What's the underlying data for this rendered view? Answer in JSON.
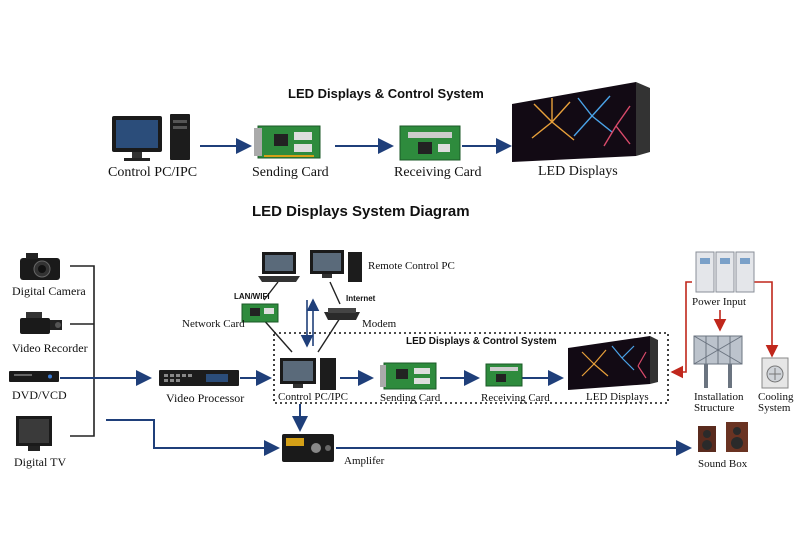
{
  "top": {
    "title": "LED Displays & Control System",
    "nodes": {
      "pc": "Control PC/IPC",
      "sending": "Sending Card",
      "receiving": "Receiving Card",
      "display": "LED Displays"
    }
  },
  "system": {
    "title": "LED Displays System Diagram",
    "box_title": "LED Displays & Control System",
    "sources": [
      "Digital Camera",
      "Video Recorder",
      "DVD/VCD",
      "Digital TV"
    ],
    "video_processor": "Video Processor",
    "remote_pc": "Remote Control PC",
    "lan_wifi": "LAN/WIFI",
    "internet": "Internet",
    "network_card": "Network Card",
    "modem": "Modem",
    "control_pc": "Control PC/IPC",
    "sending": "Sending Card",
    "receiving": "Receiving Card",
    "display": "LED Displays",
    "amplifier": "Amplifer",
    "power_input": "Power Input",
    "installation": [
      "Installation",
      "Structure"
    ],
    "cooling": [
      "Cooling",
      "System"
    ],
    "sound_box": "Sound Box"
  },
  "colors": {
    "arrow": "#1f3f7a",
    "power_arrow": "#c0271c",
    "wire": "#222222",
    "pcb": "#2e8b3d",
    "display_bg": "#120a14"
  }
}
